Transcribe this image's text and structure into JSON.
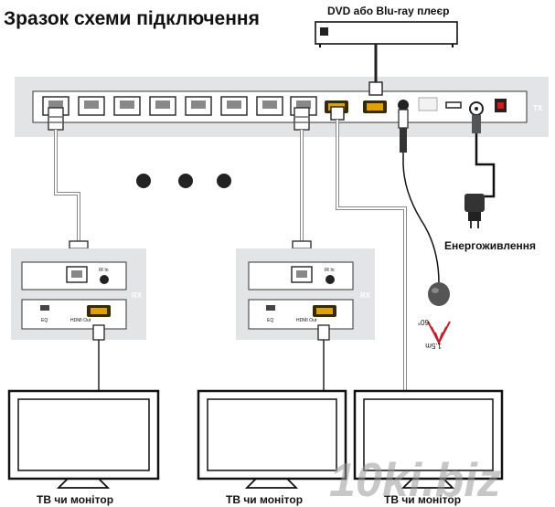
{
  "title": "Зразок схеми підключення",
  "source_label": "DVD або Blu-ray плеєр",
  "tx_label": "TX",
  "rx_label": "RX",
  "power_label": "Енергоживлення",
  "ir_label": "IR In",
  "eq_label": "EQ",
  "hdmi_out_label": "HDMI Out",
  "ir_angle_label": "60°",
  "ir_range_label": "1.5m",
  "tv_labels": [
    "ТВ чи монітор",
    "ТВ чи монітор",
    "ТВ чи монітор"
  ],
  "watermark": "10ki.biz",
  "colors": {
    "panel": "#e3e4e6",
    "cable": "#222222",
    "hdmi": "#e0a100",
    "ir": "#c0212b"
  }
}
